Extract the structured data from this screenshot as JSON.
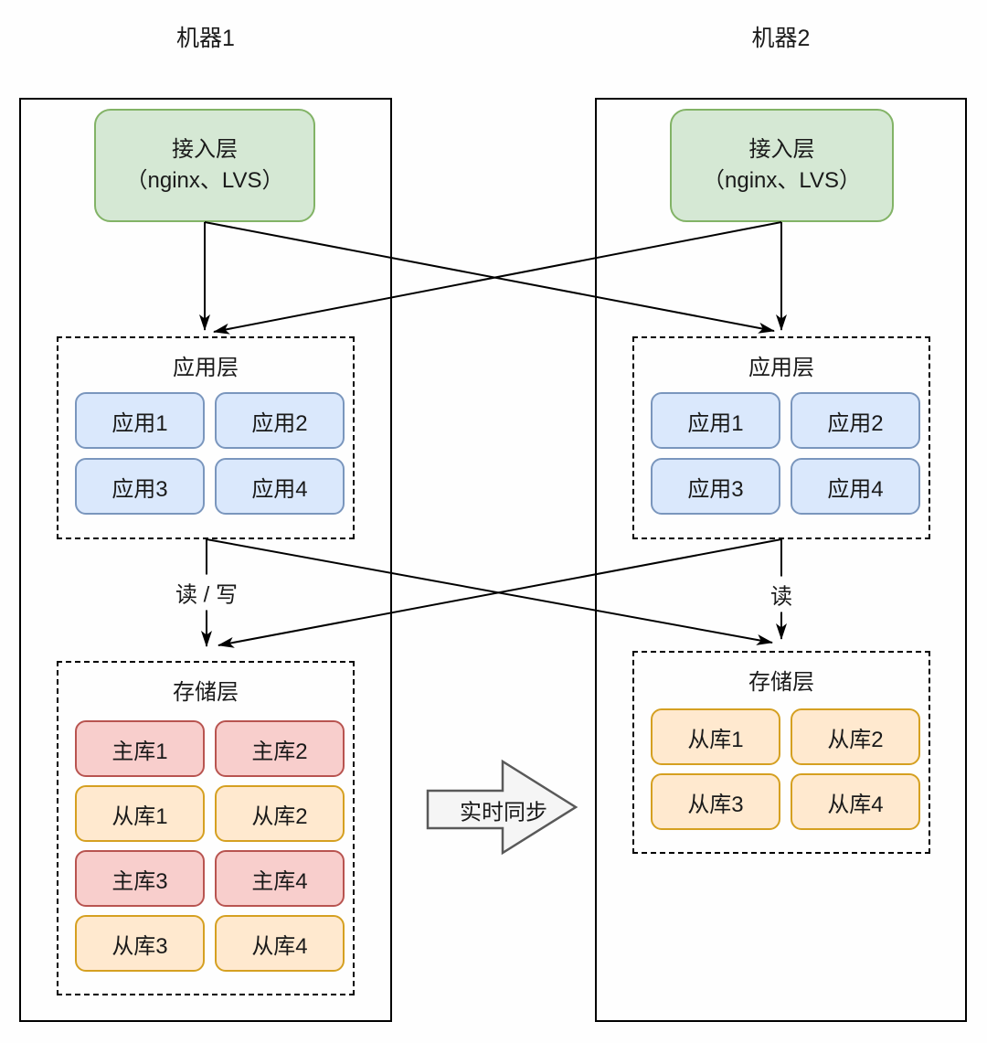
{
  "diagram": {
    "machine1": {
      "title": "机器1",
      "access_layer": {
        "line1": "接入层",
        "line2": "（nginx、LVS）"
      },
      "app_layer": {
        "title": "应用层",
        "apps": [
          "应用1",
          "应用2",
          "应用3",
          "应用4"
        ]
      },
      "storage_layer": {
        "title": "存储层",
        "dbs": [
          "主库1",
          "主库2",
          "从库1",
          "从库2",
          "主库3",
          "主库4",
          "从库3",
          "从库4"
        ],
        "db_types": [
          "master",
          "master",
          "slave",
          "slave",
          "master",
          "master",
          "slave",
          "slave"
        ]
      },
      "edge_label": "读 / 写"
    },
    "machine2": {
      "title": "机器2",
      "access_layer": {
        "line1": "接入层",
        "line2": "（nginx、LVS）"
      },
      "app_layer": {
        "title": "应用层",
        "apps": [
          "应用1",
          "应用2",
          "应用3",
          "应用4"
        ]
      },
      "storage_layer": {
        "title": "存储层",
        "dbs": [
          "从库1",
          "从库2",
          "从库3",
          "从库4"
        ],
        "db_types": [
          "slave",
          "slave",
          "slave",
          "slave"
        ]
      },
      "edge_label": "读"
    },
    "sync_arrow": {
      "label": "实时同步"
    },
    "colors": {
      "access_fill": "#d5e8d4",
      "access_stroke": "#82b366",
      "app_fill": "#dae8fc",
      "app_stroke": "#7a96bd",
      "master_fill": "#f8cecc",
      "master_stroke": "#b85450",
      "slave_fill": "#ffe9cf",
      "slave_stroke": "#d5a021",
      "sync_fill": "#f5f5f5",
      "sync_stroke": "#595959",
      "line": "#000000"
    }
  }
}
